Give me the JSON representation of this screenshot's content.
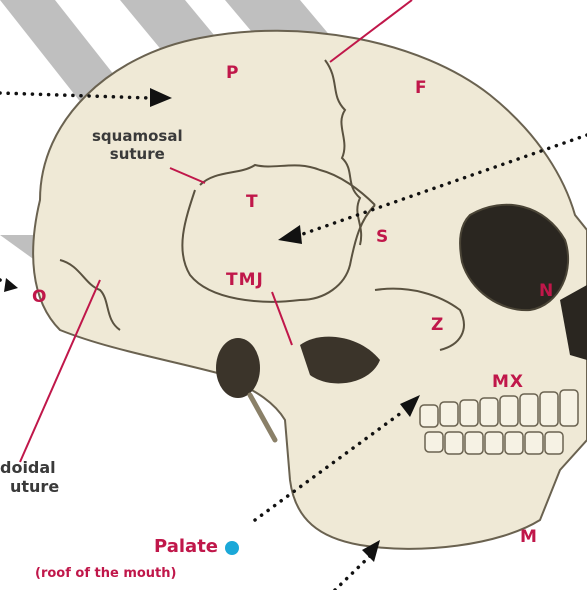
{
  "colors": {
    "label": "#c0174a",
    "callout_text": "#3a3a3a",
    "leader_line": "#c0174a",
    "dotted_arrow": "#111111",
    "palate_dot": "#1ba8d8",
    "bone": "#efe9d6",
    "bone_shadow": "#c9c0a6",
    "watermark": "#8c8c8c"
  },
  "bone_labels": {
    "parietal": "P",
    "frontal": "F",
    "temporal": "T",
    "sphenoid": "S",
    "occipital": "O",
    "tmj": "TMJ",
    "zygomatic": "Z",
    "nasal": "N",
    "maxilla": "MX",
    "mandible": "M"
  },
  "callouts": {
    "squamosal": {
      "line1": "squamosal",
      "line2": "suture"
    },
    "lambdoidal": {
      "line1": "doidal",
      "line2": "uture"
    },
    "palate": {
      "title": "Palate",
      "subtitle": "(roof of the mouth)"
    }
  },
  "watermark_letter": "M"
}
